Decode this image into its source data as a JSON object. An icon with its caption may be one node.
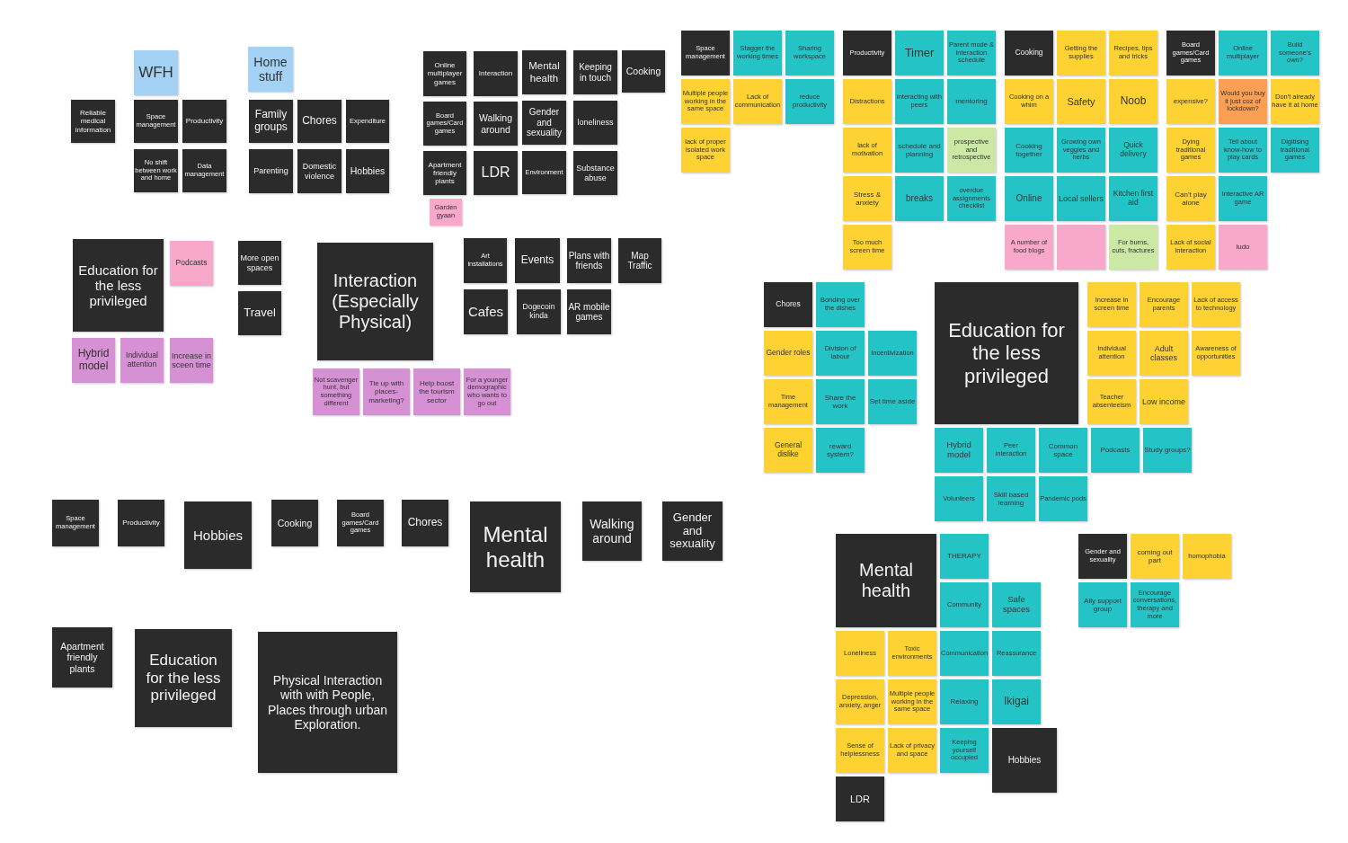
{
  "diagram": {
    "nodes": [
      {
        "text": [
          "Reliable medical information"
        ]
      },
      {
        "text": [
          "WFH"
        ]
      },
      {
        "text": [
          "Space management"
        ]
      },
      {
        "text": [
          "Productivity"
        ]
      },
      {
        "text": [
          "No shift between work and home"
        ]
      },
      {
        "text": [
          "Data management"
        ]
      },
      {
        "text": [
          "Home stuff"
        ]
      },
      {
        "text": [
          "Family groups"
        ]
      },
      {
        "text": [
          "Chores"
        ]
      },
      {
        "text": [
          "Expenditure"
        ]
      },
      {
        "text": [
          "Parenting"
        ]
      },
      {
        "text": [
          "Domestic violence"
        ]
      },
      {
        "text": [
          "Hobbies"
        ]
      },
      {
        "text": [
          "Online multiplayer games"
        ]
      },
      {
        "text": [
          "Interaction"
        ]
      },
      {
        "text": [
          "Mental health"
        ]
      },
      {
        "text": [
          "Keeping in touch"
        ]
      },
      {
        "text": [
          "Cooking"
        ]
      },
      {
        "text": [
          "Board games/Card games"
        ]
      },
      {
        "text": [
          "Walking around"
        ]
      },
      {
        "text": [
          "Gender and sexuality"
        ]
      },
      {
        "text": [
          "loneliness"
        ]
      },
      {
        "text": [
          "Apartment friendly plants"
        ]
      },
      {
        "text": [
          "Garden gyaan"
        ]
      },
      {
        "text": [
          "LDR"
        ]
      },
      {
        "text": [
          "Environment"
        ]
      },
      {
        "text": [
          "Substance abuse"
        ]
      },
      {
        "text": [
          "Education for the less privileged"
        ]
      },
      {
        "text": [
          "Podcasts"
        ]
      },
      {
        "text": [
          "Hybrid model"
        ]
      },
      {
        "text": [
          "Individual attention"
        ]
      },
      {
        "text": [
          "Increase in sceen time"
        ]
      },
      {
        "text": [
          "More open spaces"
        ]
      },
      {
        "text": [
          "Travel"
        ]
      },
      {
        "text": [
          "Interaction (Especially Physical)"
        ]
      },
      {
        "text": [
          "Not scavenger hunt, but something different"
        ]
      },
      {
        "text": [
          "Tie up with places-marketing?"
        ]
      },
      {
        "text": [
          "Help boost the tourism sector"
        ]
      },
      {
        "text": [
          "For a younger demographic who wants to go out"
        ]
      },
      {
        "text": [
          "Art installations"
        ]
      },
      {
        "text": [
          "Events"
        ]
      },
      {
        "text": [
          "Plans with friends"
        ]
      },
      {
        "text": [
          "Map Traffic"
        ]
      },
      {
        "text": [
          "Cafes"
        ]
      },
      {
        "text": [
          "Dogecoin kinda"
        ]
      },
      {
        "text": [
          "AR mobile games"
        ]
      },
      {
        "text": [
          "Space management"
        ]
      },
      {
        "text": [
          "Productivity"
        ]
      },
      {
        "text": [
          "Hobbies"
        ]
      },
      {
        "text": [
          "Cooking"
        ]
      },
      {
        "text": [
          "Board games/Card games"
        ]
      },
      {
        "text": [
          "Chores"
        ]
      },
      {
        "text": [
          "Mental health"
        ]
      },
      {
        "text": [
          "Walking around"
        ]
      },
      {
        "text": [
          "Gender and sexuality"
        ]
      },
      {
        "text": [
          "Apartment friendly plants"
        ]
      },
      {
        "text": [
          "Education for the less privileged"
        ]
      },
      {
        "text": [
          "Physical Interaction with with People, Places through urban Exploration."
        ]
      },
      {
        "text": [
          "Space management"
        ]
      },
      {
        "text": [
          "Stagger the working times"
        ]
      },
      {
        "text": [
          "Sharing workspace"
        ]
      },
      {
        "text": [
          "Multiple people working in the same space"
        ]
      },
      {
        "text": [
          "Lack of communication"
        ]
      },
      {
        "text": [
          "reduce productivity"
        ]
      },
      {
        "text": [
          "lack of proper isolated work space"
        ]
      },
      {
        "text": [
          "Productivity"
        ]
      },
      {
        "text": [
          "Timer"
        ]
      },
      {
        "text": [
          "Parent mode & interaction schedule"
        ]
      },
      {
        "text": [
          "Distractions"
        ]
      },
      {
        "text": [
          "interacting with peers"
        ]
      },
      {
        "text": [
          "mentoring"
        ]
      },
      {
        "text": [
          "lack of motivation"
        ]
      },
      {
        "text": [
          "schedule and planning"
        ]
      },
      {
        "text": [
          "prospective and retrospective"
        ]
      },
      {
        "text": [
          "Stress & anxiety"
        ]
      },
      {
        "text": [
          "breaks"
        ]
      },
      {
        "text": [
          "overdue assignments checklist"
        ]
      },
      {
        "text": [
          "Too much screen time"
        ]
      },
      {
        "text": [
          "Cooking"
        ]
      },
      {
        "text": [
          "Getting the supplies"
        ]
      },
      {
        "text": [
          "Recipes, tips and tricks"
        ]
      },
      {
        "text": [
          "Cooking on a whim"
        ]
      },
      {
        "text": [
          "Safety"
        ]
      },
      {
        "text": [
          "Noob"
        ]
      },
      {
        "text": [
          "Cooking together"
        ]
      },
      {
        "text": [
          "Growing own veggies and herbs"
        ]
      },
      {
        "text": [
          "Quick delivery"
        ]
      },
      {
        "text": [
          "Online"
        ]
      },
      {
        "text": [
          "Local sellers"
        ]
      },
      {
        "text": [
          "Kitchen first aid"
        ]
      },
      {
        "text": [
          "A number of food blogs"
        ]
      },
      {
        "text": [],
        "shape": "box"
      },
      {
        "text": [
          "For burns, cuts, fractures"
        ]
      },
      {
        "text": [
          "Board games/Card games"
        ]
      },
      {
        "text": [
          "Online multiplayer"
        ]
      },
      {
        "text": [
          "Build someone's own?"
        ]
      },
      {
        "text": [
          "expensive?"
        ]
      },
      {
        "text": [
          "Would you buy it just coz of lockdown?"
        ]
      },
      {
        "text": [
          "Don't already have it at home"
        ]
      },
      {
        "text": [
          "Dying traditional games"
        ]
      },
      {
        "text": [
          "Tell about know-how to play cards"
        ]
      },
      {
        "text": [
          "Digitising traditional games"
        ]
      },
      {
        "text": [
          "Can't play alone"
        ]
      },
      {
        "text": [
          "Interactive AR game"
        ]
      },
      {
        "text": [
          "Lack of social interaction"
        ]
      },
      {
        "text": [
          "ludo"
        ]
      },
      {
        "text": [
          "Chores"
        ]
      },
      {
        "text": [
          "Bonding over the dishes"
        ]
      },
      {
        "text": [
          "Gender roles"
        ]
      },
      {
        "text": [
          "Division of labour"
        ]
      },
      {
        "text": [
          "Incentivization"
        ]
      },
      {
        "text": [
          "Time management"
        ]
      },
      {
        "text": [
          "Share the work"
        ]
      },
      {
        "text": [
          "Set time aside"
        ]
      },
      {
        "text": [
          "General dislike"
        ]
      },
      {
        "text": [
          "reward system?"
        ]
      },
      {
        "text": [
          "Education for the less privileged"
        ]
      },
      {
        "text": [
          "Increase in screen time"
        ]
      },
      {
        "text": [
          "Encourage parents"
        ]
      },
      {
        "text": [
          "Lack of access to technology"
        ]
      },
      {
        "text": [
          "Individual attention"
        ]
      },
      {
        "text": [
          "Adult classes"
        ]
      },
      {
        "text": [
          "Awareness of opportunities"
        ]
      },
      {
        "text": [
          "Teacher absenteeism"
        ]
      },
      {
        "text": [
          "Low income"
        ]
      },
      {
        "text": [
          "Hybrid model"
        ]
      },
      {
        "text": [
          "Peer interaction"
        ]
      },
      {
        "text": [
          "Common space"
        ]
      },
      {
        "text": [
          "Podcasts"
        ]
      },
      {
        "text": [
          "Study groups?"
        ]
      },
      {
        "text": [
          "Volunteers"
        ]
      },
      {
        "text": [
          "Skill based learning"
        ]
      },
      {
        "text": [
          "Pandemic pods"
        ]
      },
      {
        "text": [
          "Mental health"
        ]
      },
      {
        "text": [
          "THERAPY"
        ]
      },
      {
        "text": [
          "Community"
        ]
      },
      {
        "text": [
          "Safe spaces"
        ]
      },
      {
        "text": [
          "Loneliness"
        ]
      },
      {
        "text": [
          "Toxic environments"
        ]
      },
      {
        "text": [
          "Communication"
        ]
      },
      {
        "text": [
          "Reassurance"
        ]
      },
      {
        "text": [
          "Depression, anxiety, anger"
        ]
      },
      {
        "text": [
          "Multiple people working in the same space"
        ]
      },
      {
        "text": [
          "Relaxing"
        ]
      },
      {
        "text": [
          "Ikigai"
        ]
      },
      {
        "text": [
          "Sense of helplessness"
        ]
      },
      {
        "text": [
          "Lack of privacy and space"
        ]
      },
      {
        "text": [
          "Keeping yourself occupied"
        ]
      },
      {
        "text": [
          "Hobbies"
        ]
      },
      {
        "text": [
          "LDR"
        ]
      },
      {
        "text": [
          "Gender and sexuality"
        ]
      },
      {
        "text": [
          "coming out part"
        ]
      },
      {
        "text": [
          "homophobia"
        ]
      },
      {
        "text": [
          "Ally support group"
        ]
      },
      {
        "text": [
          "Encourage conversations, therapy and more"
        ]
      }
    ]
  }
}
